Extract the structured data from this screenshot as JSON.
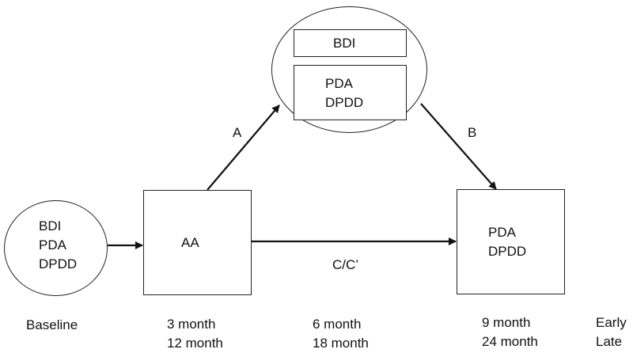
{
  "baseline": {
    "items": [
      "BDI",
      "PDA",
      "DPDD"
    ],
    "label": "Baseline"
  },
  "predictor": {
    "label": "AA",
    "times": [
      "3 month",
      "12 month"
    ]
  },
  "mediator": {
    "top": "BDI",
    "bottom": [
      "PDA",
      "DPDD"
    ],
    "times": [
      "6 month",
      "18 month"
    ]
  },
  "outcome": {
    "items": [
      "PDA",
      "DPDD"
    ],
    "times": [
      "9 month",
      "24 month"
    ]
  },
  "phases": [
    "Early",
    "Late"
  ],
  "paths": {
    "a": "A",
    "b": "B",
    "c": "C/C’"
  }
}
